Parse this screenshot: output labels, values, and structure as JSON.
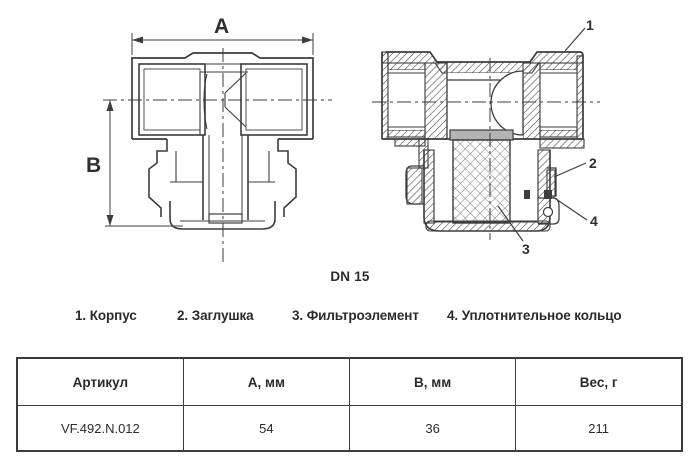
{
  "drawing": {
    "front_view": {
      "dim_width_label": "A",
      "dim_height_label": "B"
    },
    "section_view": {
      "callouts": [
        "1",
        "2",
        "3",
        "4"
      ]
    },
    "size_label": "DN 15",
    "line_color": "#3d3d3d"
  },
  "legend": {
    "items": [
      "1. Корпус",
      "2. Заглушка",
      "3. Фильтроэлемент",
      "4. Уплотнительное кольцо"
    ]
  },
  "table": {
    "headers": [
      "Артикул",
      "А, мм",
      "В, мм",
      "Вес, г"
    ],
    "rows": [
      [
        "VF.492.N.012",
        "54",
        "36",
        "211"
      ]
    ]
  }
}
